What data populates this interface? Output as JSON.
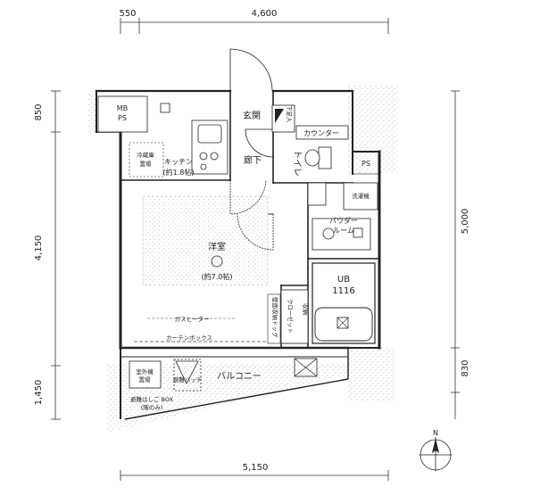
{
  "dimensions": {
    "top_left": "550",
    "top_right": "4,600",
    "bottom": "5,150",
    "left_top": "850",
    "left_mid": "4,150",
    "left_bottom": "1,450",
    "right_mid": "5,000",
    "right_bottom": "830"
  },
  "rooms": {
    "mb": "MB",
    "mb_ps": "PS",
    "entrance": "玄関",
    "shoe": "下足入",
    "counter": "カウンター",
    "hall": "廊下",
    "toilet": "トイレ",
    "ps": "PS",
    "fridge": "冷蔵庫",
    "fridge2": "置場",
    "kitchen": "キッチン",
    "kitchen_size": "(約1.8帖)",
    "washer": "洗濯機",
    "powder1": "パウダー",
    "powder2": "ルーム",
    "main_room": "洋室",
    "main_room_size": "(約7.0帖)",
    "ub": "UB",
    "ub_size": "1116",
    "storage": "収納",
    "closet": "クローゼット",
    "wide_storage": "壁面収納ドッグ",
    "gas_heater": "ガスヒーター",
    "curtain_box": "カーテンボックス",
    "balcony": "バルコニー",
    "outdoor1": "室外機",
    "outdoor2": "置場",
    "evac_hatch": "避難ハッチ",
    "evac_ladder1": "避難はしご BOX",
    "evac_ladder2": "(階のみ)"
  },
  "compass": {
    "north": "N"
  }
}
